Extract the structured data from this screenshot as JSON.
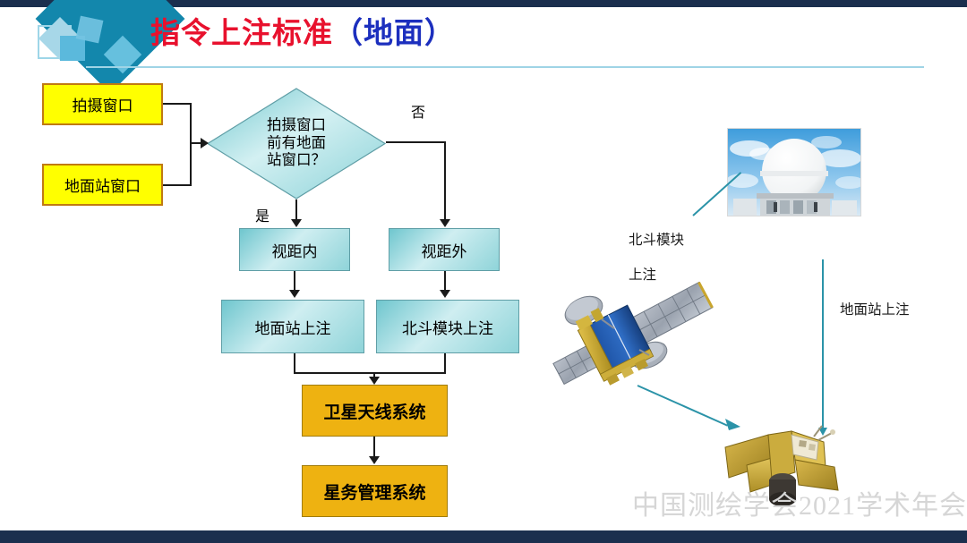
{
  "slide": {
    "title_red": "指令上注标准",
    "title_blue": "（地面）",
    "watermark": "中国测绘学会2021学术年会",
    "colors": {
      "title_red": "#e8112d",
      "title_blue": "#1c2fbe",
      "band_navy": "#1b2f4e",
      "logo_teal": "#1387ac",
      "rule_blue": "#9fd4e6",
      "node_yellow": "#ffff00",
      "node_yellow_border": "#c07a12",
      "node_orange": "#eeb211",
      "node_cyan": "#8fd4d9",
      "arrow_teal": "#2b93a8",
      "watermark_gray": "#d6d6d6"
    }
  },
  "flowchart": {
    "nodes": [
      {
        "id": "shoot-window",
        "label": "拍摄窗口",
        "style": "yellow"
      },
      {
        "id": "ground-station-window",
        "label": "地面站窗口",
        "style": "yellow"
      },
      {
        "id": "decision",
        "label": "拍摄窗口\n前有地面\n站窗口？",
        "style": "diamond",
        "line1": "拍摄窗口",
        "line2": "前有地面",
        "line3": "站窗口？"
      },
      {
        "id": "within-los",
        "label": "视距内",
        "style": "cyan"
      },
      {
        "id": "beyond-los",
        "label": "视距外",
        "style": "cyan"
      },
      {
        "id": "ground-station-uplink",
        "label": "地面站上注",
        "style": "cyan"
      },
      {
        "id": "beidou-module-uplink",
        "label": "北斗模块上注",
        "style": "cyan"
      },
      {
        "id": "satellite-antenna-system",
        "label": "卫星天线系统",
        "style": "orange"
      },
      {
        "id": "satellite-management-system",
        "label": "星务管理系统",
        "style": "orange"
      }
    ],
    "branch_labels": {
      "yes": "是",
      "no": "否"
    }
  },
  "diagram_right": {
    "beidou_label_line1": "北斗模块",
    "beidou_label_line2": "上注",
    "ground_label": "地面站上注",
    "images": [
      {
        "id": "radome-photo",
        "name": "ground-station-radome-photo"
      },
      {
        "id": "beidou-satellite",
        "name": "beidou-satellite-illustration"
      },
      {
        "id": "small-satellite",
        "name": "small-satellite-illustration"
      }
    ]
  }
}
